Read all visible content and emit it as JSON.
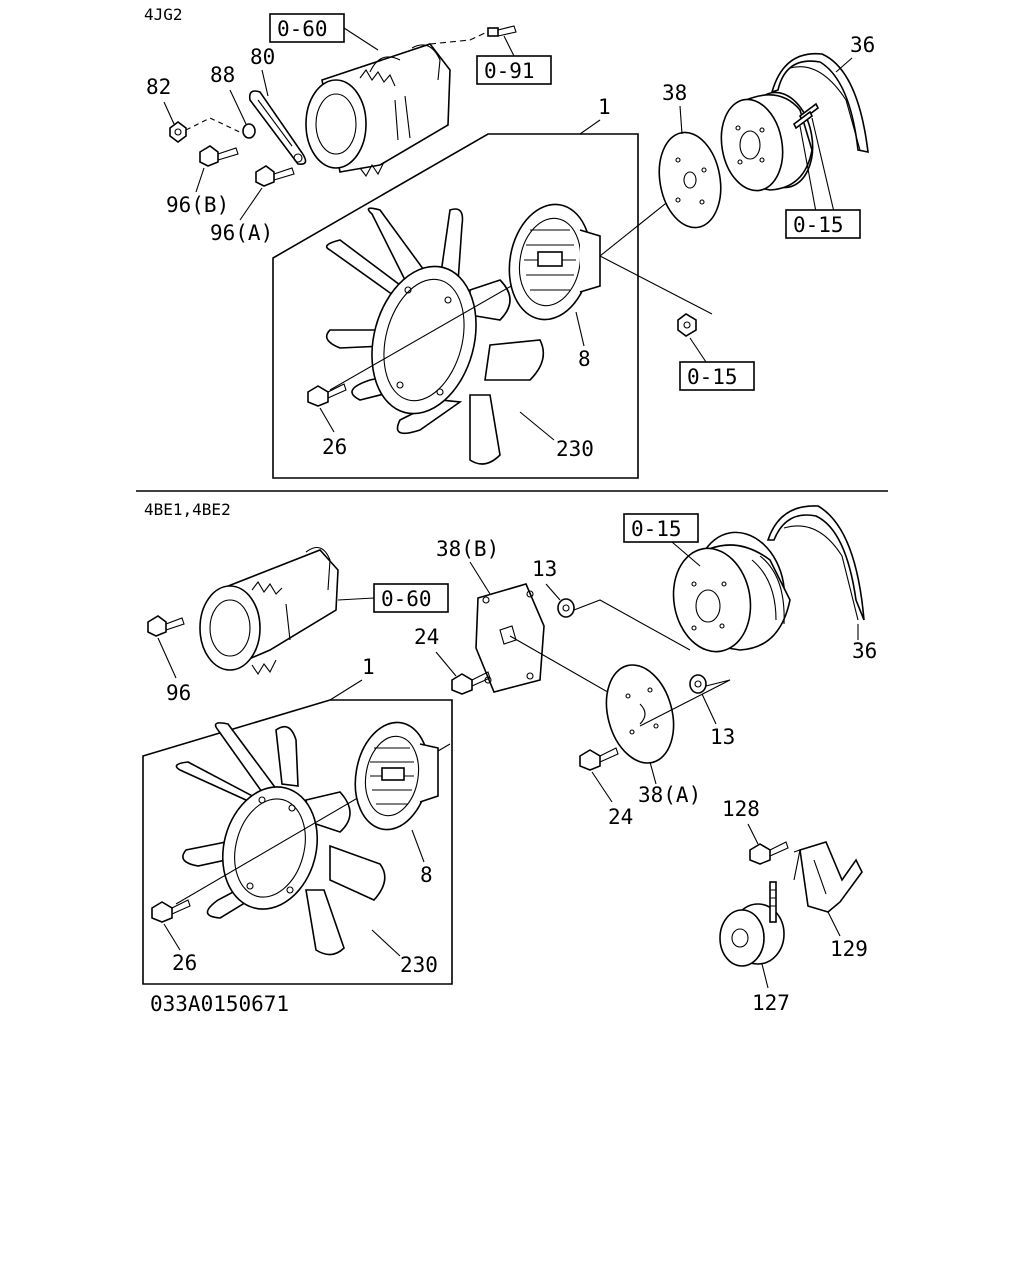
{
  "sections": [
    {
      "id": "top",
      "header": "4JG2"
    },
    {
      "id": "bottom",
      "header": "4BE1,4BE2"
    }
  ],
  "refs": {
    "top_alt": "0-60",
    "top_bolt": "0-91",
    "top_pulley": "0-15",
    "top_nut": "0-15",
    "bot_pulley": "0-15",
    "bot_alt": "0-60"
  },
  "labels": {
    "t82": "82",
    "t88": "88",
    "t80": "80",
    "t96b": "96(B)",
    "t96a": "96(A)",
    "t1": "1",
    "t38": "38",
    "t36": "36",
    "t8": "8",
    "t26": "26",
    "t230": "230",
    "b96": "96",
    "b1": "1",
    "b38b": "38(B)",
    "b13a": "13",
    "b24a": "24",
    "b13b": "13",
    "b24b": "24",
    "b38a": "38(A)",
    "b36": "36",
    "b8": "8",
    "b26": "26",
    "b230": "230",
    "b128": "128",
    "b129": "129",
    "b127": "127"
  },
  "figure_code": "033A0150671"
}
